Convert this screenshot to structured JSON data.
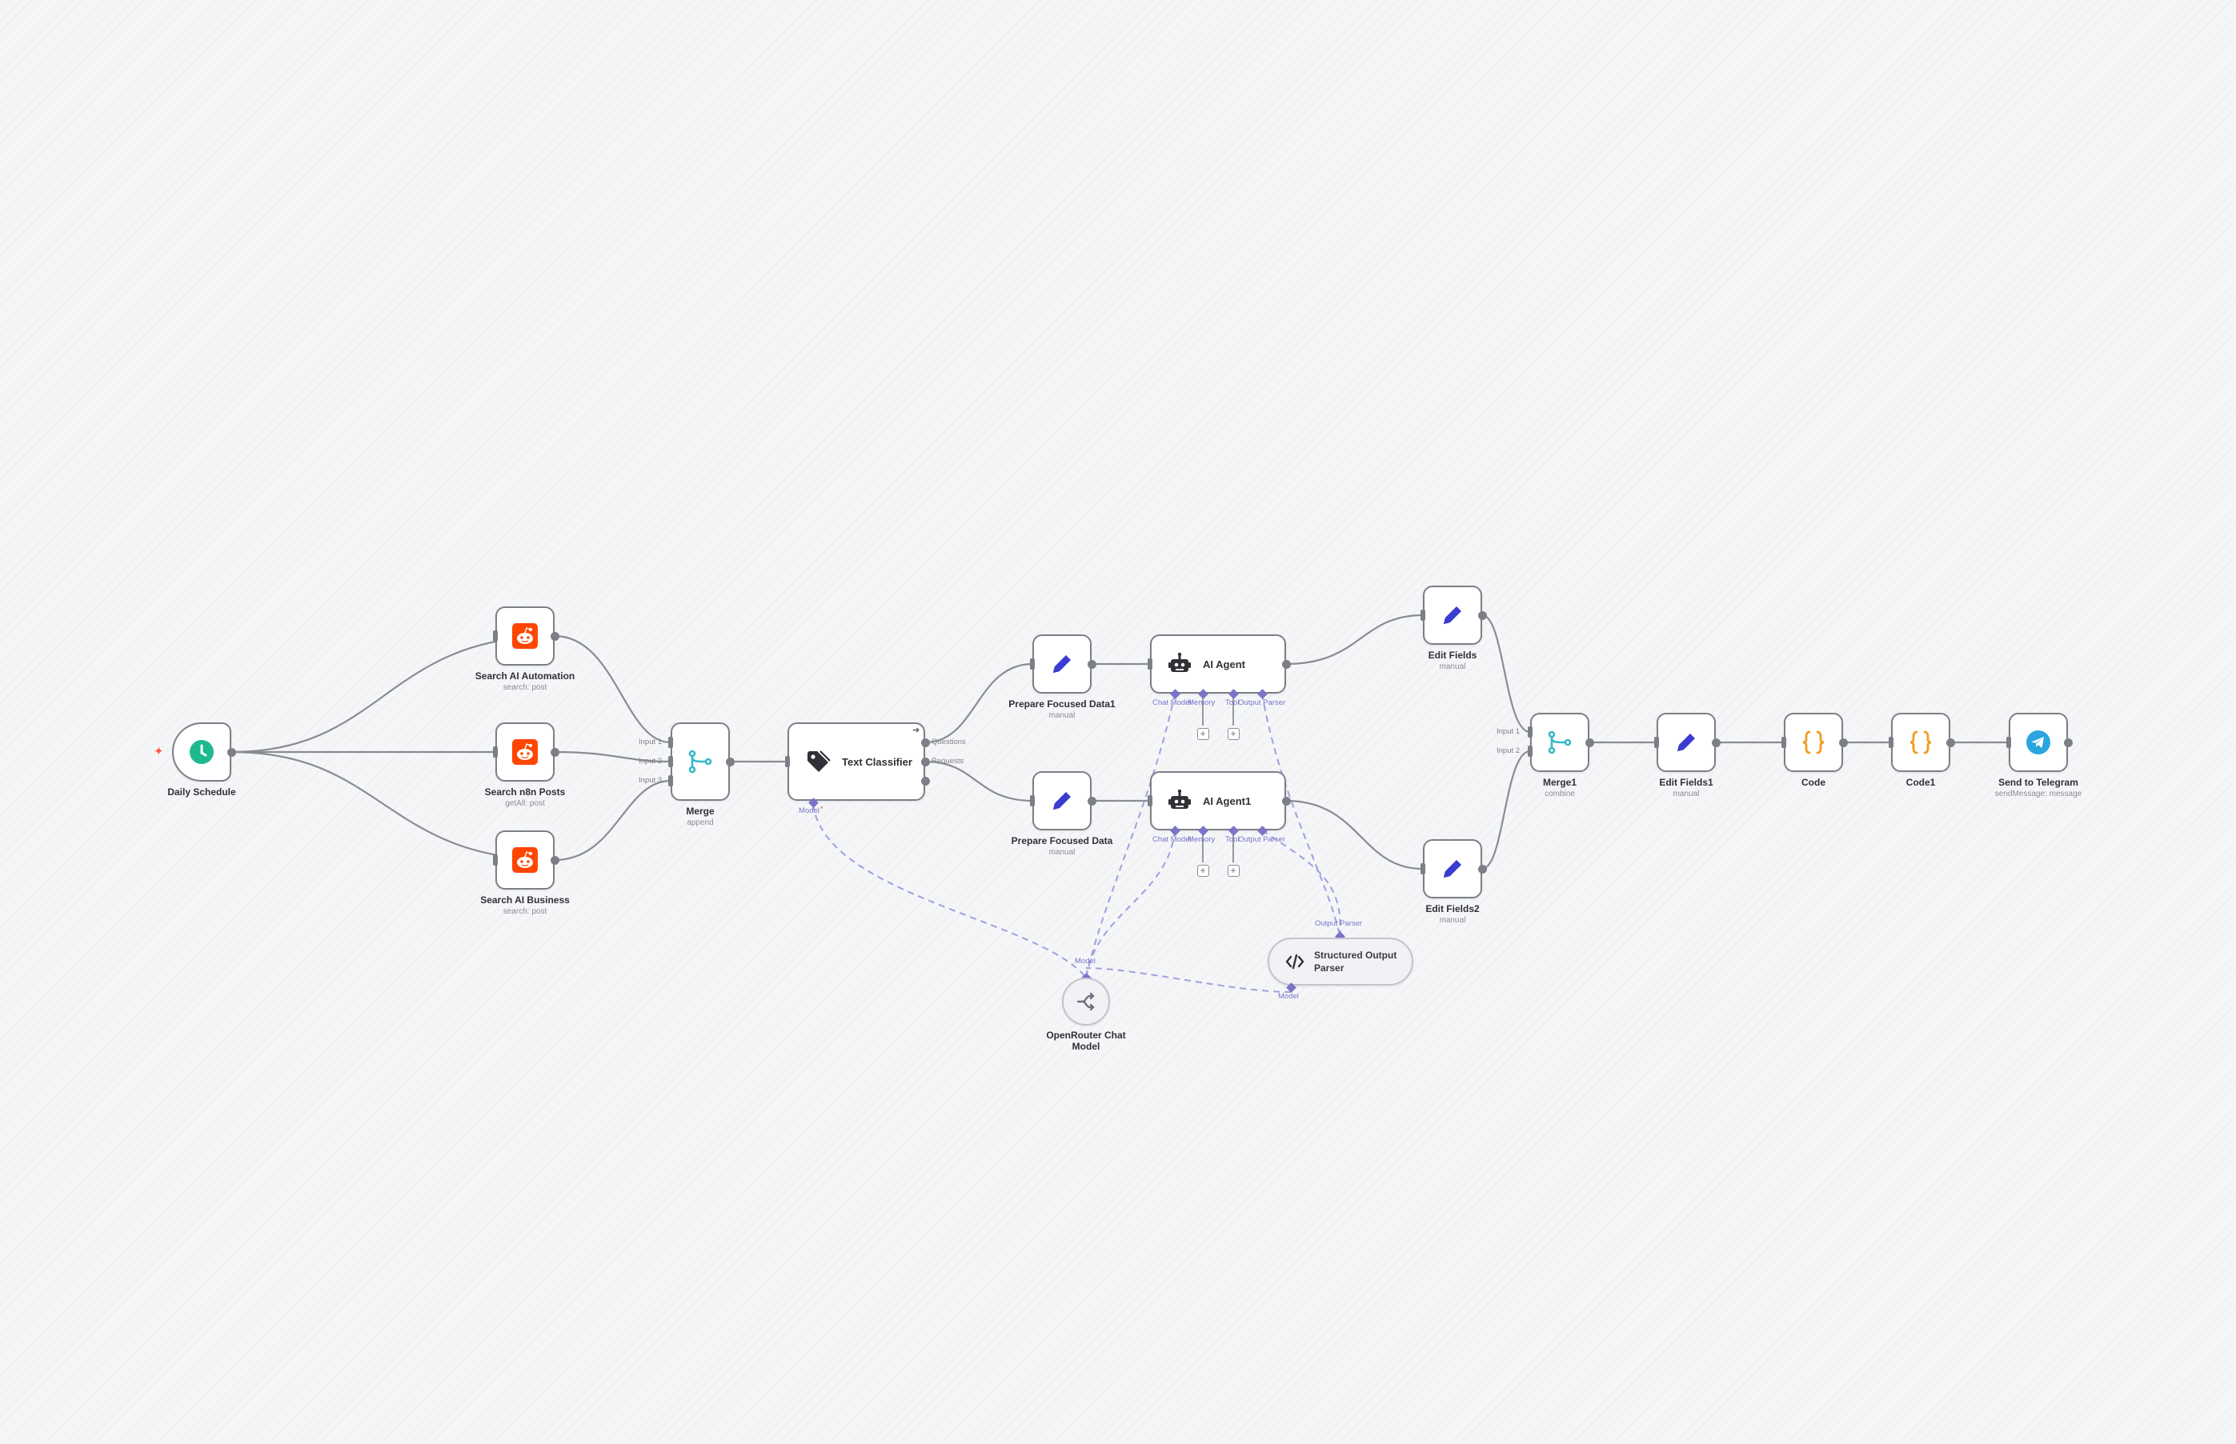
{
  "app": {
    "title": "n8n workflow canvas"
  },
  "colors": {
    "edge": "#8a8c93",
    "ai_edge": "#a39ede",
    "reddit": "#ff4500",
    "schedule": "#1fb98e",
    "merge": "#36b7c6",
    "edit": "#3a3bd1",
    "code": "#f29c1d",
    "telegram": "#2aa5e0",
    "robot": "#2f3136"
  },
  "nodes": {
    "daily_schedule": {
      "name": "Daily Schedule",
      "icon": "clock-icon"
    },
    "search_ai_automation": {
      "name": "Search AI Automation",
      "subtitle": "search: post",
      "icon": "reddit-icon"
    },
    "search_n8n_posts": {
      "name": "Search n8n Posts",
      "subtitle": "getAll: post",
      "icon": "reddit-icon"
    },
    "search_ai_business": {
      "name": "Search AI Business",
      "subtitle": "search: post",
      "icon": "reddit-icon"
    },
    "merge": {
      "name": "Merge",
      "subtitle": "append",
      "icon": "merge-icon",
      "inputs": [
        "Input 1",
        "Input 2",
        "Input 3"
      ]
    },
    "text_classifier": {
      "name": "Text Classifier",
      "icon": "tag-icon",
      "outputs": [
        "Questions",
        "Requests"
      ],
      "model_port": "Model"
    },
    "prepare_focused_data1": {
      "name": "Prepare Focused Data1",
      "subtitle": "manual",
      "icon": "pencil-icon"
    },
    "prepare_focused_data": {
      "name": "Prepare Focused Data",
      "subtitle": "manual",
      "icon": "pencil-icon"
    },
    "ai_agent": {
      "name": "AI Agent",
      "icon": "robot-icon",
      "ports": [
        "Chat Model",
        "Memory",
        "Tool",
        "Output Parser"
      ]
    },
    "ai_agent1": {
      "name": "AI Agent1",
      "icon": "robot-icon",
      "ports": [
        "Chat Model",
        "Memory",
        "Tool",
        "Output Parser"
      ]
    },
    "openrouter_chat_model": {
      "name": "OpenRouter Chat Model",
      "icon": "openrouter-icon",
      "port": "Model"
    },
    "structured_output_parser": {
      "name": "Structured Output Parser",
      "icon": "code-brackets-icon",
      "top_port": "Output Parser",
      "bottom_port": "Model"
    },
    "edit_fields": {
      "name": "Edit Fields",
      "subtitle": "manual",
      "icon": "pencil-icon"
    },
    "edit_fields2": {
      "name": "Edit Fields2",
      "subtitle": "manual",
      "icon": "pencil-icon"
    },
    "merge1": {
      "name": "Merge1",
      "subtitle": "combine",
      "icon": "merge-icon",
      "inputs": [
        "Input 1",
        "Input 2"
      ]
    },
    "edit_fields1": {
      "name": "Edit Fields1",
      "subtitle": "manual",
      "icon": "pencil-icon"
    },
    "code": {
      "name": "Code",
      "icon": "curly-braces-icon"
    },
    "code1": {
      "name": "Code1",
      "icon": "curly-braces-icon"
    },
    "send_to_telegram": {
      "name": "Send to Telegram",
      "subtitle": "sendMessage: message",
      "icon": "telegram-icon"
    }
  }
}
